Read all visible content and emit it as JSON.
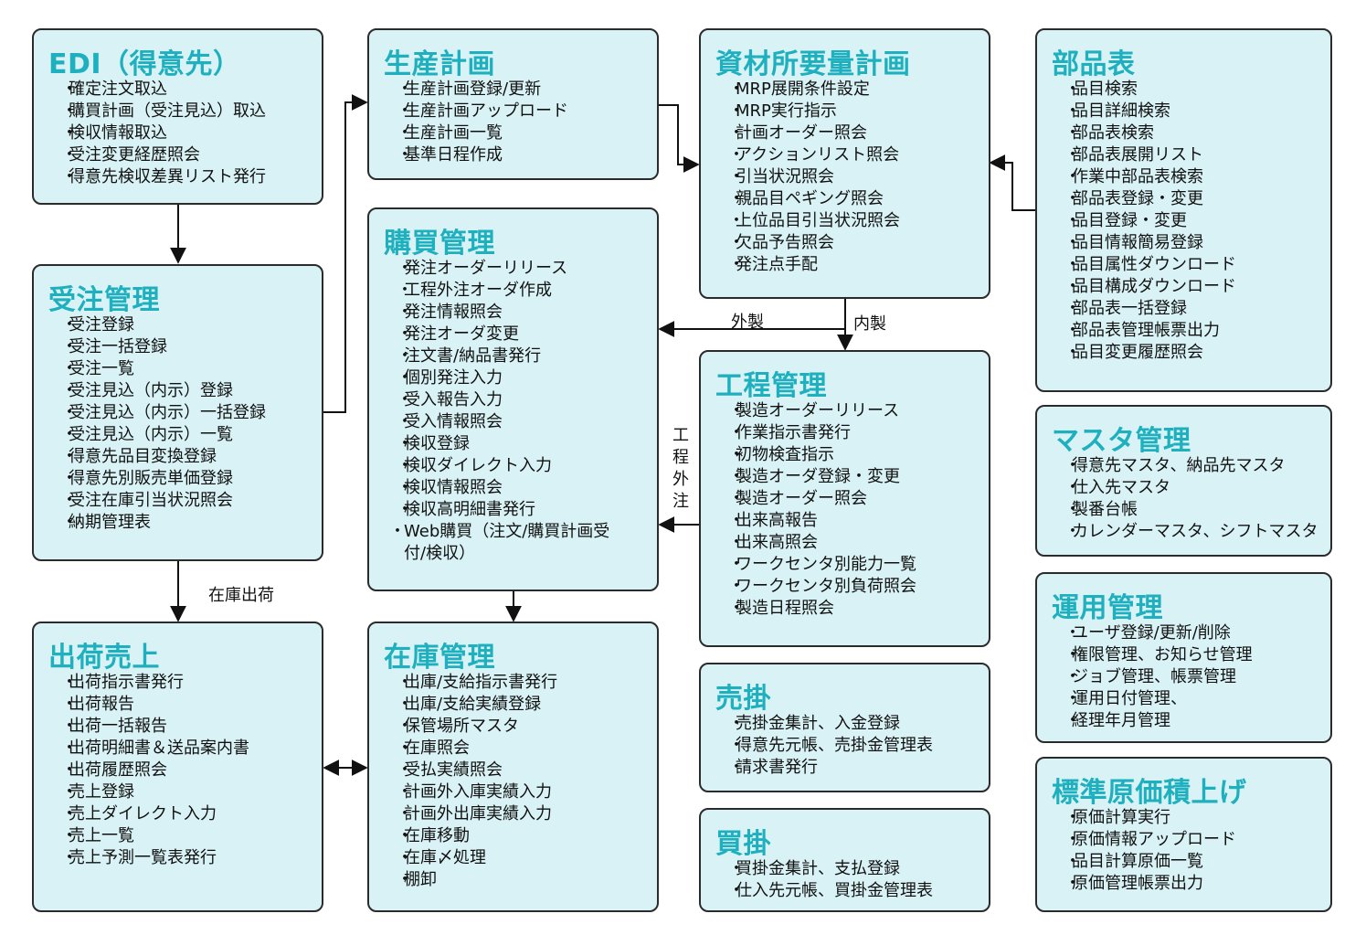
{
  "bullet": "・",
  "boxes": {
    "edi": {
      "title": "EDI（得意先）",
      "items": [
        "確定注文取込",
        "購買計画（受注見込）取込",
        "検収情報取込",
        "受注変更経歴照会",
        "得意先検収差異リスト発行"
      ]
    },
    "seisan": {
      "title": "生産計画",
      "items": [
        "生産計画登録/更新",
        "生産計画アップロード",
        "生産計画一覧",
        "基準日程作成"
      ]
    },
    "mrp": {
      "title": "資材所要量計画",
      "items": [
        "MRP展開条件設定",
        "MRP実行指示",
        "計画オーダー照会",
        "アクションリスト照会",
        "引当状況照会",
        "親品目ペギング照会",
        "上位品目引当状況照会",
        "欠品予告照会",
        "発注点手配"
      ]
    },
    "bom": {
      "title": "部品表",
      "items": [
        "品目検索",
        "品目詳細検索",
        "部品表検索",
        "部品表展開リスト",
        "作業中部品表検索",
        "部品表登録・変更",
        "品目登録・変更",
        "品目情報簡易登録",
        "品目属性ダウンロード",
        "品目構成ダウンロード",
        "部品表一括登録",
        "部品表管理帳票出力",
        "品目変更履歴照会"
      ]
    },
    "juchu": {
      "title": "受注管理",
      "items": [
        "受注登録",
        "受注一括登録",
        "受注一覧",
        "受注見込（内示）登録",
        "受注見込（内示）一括登録",
        "受注見込（内示）一覧",
        "得意先品目変換登録",
        "得意先別販売単価登録",
        "受注在庫引当状況照会",
        "納期管理表"
      ]
    },
    "kobai": {
      "title": "購買管理",
      "items": [
        "発注オーダーリリース",
        "工程外注オーダ作成",
        "発注情報照会",
        "発注オーダ変更",
        "注文書/納品書発行",
        "個別発注入力",
        "受入報告入力",
        "受入情報照会",
        "検収登録",
        "検収ダイレクト入力",
        "検収情報照会",
        "検収高明細書発行",
        "Web購買（注文/購買計画受付/検収）"
      ]
    },
    "koutei": {
      "title": "工程管理",
      "items": [
        "製造オーダーリリース",
        "作業指示書発行",
        "初物検査指示",
        "製造オーダ登録・変更",
        "製造オーダー照会",
        "出来高報告",
        "出来高照会",
        "ワークセンタ別能力一覧",
        "ワークセンタ別負荷照会",
        "製造日程照会"
      ]
    },
    "master": {
      "title": "マスタ管理",
      "items": [
        "得意先マスタ、納品先マスタ",
        "仕入先マスタ",
        "製番台帳",
        "カレンダーマスタ、シフトマスタ"
      ]
    },
    "unyo": {
      "title": "運用管理",
      "items": [
        "ユーザ登録/更新/削除",
        "権限管理、お知らせ管理",
        "ジョブ管理、帳票管理",
        "運用日付管理、",
        "経理年月管理"
      ]
    },
    "shukka": {
      "title": "出荷売上",
      "items": [
        "出荷指示書発行",
        "出荷報告",
        "出荷一括報告",
        "出荷明細書＆送品案内書",
        "出荷履歴照会",
        "売上登録",
        "売上ダイレクト入力",
        "売上一覧",
        "売上予測一覧表発行"
      ]
    },
    "zaiko": {
      "title": "在庫管理",
      "items": [
        "出庫/支給指示書発行",
        "出庫/支給実績登録",
        "保管場所マスタ",
        "在庫照会",
        "受払実績照会",
        "計画外入庫実績入力",
        "計画外出庫実績入力",
        "在庫移動",
        "在庫〆処理",
        "棚卸"
      ]
    },
    "urikake": {
      "title": "売掛",
      "items": [
        "売掛金集計、入金登録",
        "得意先元帳、売掛金管理表",
        "請求書発行"
      ]
    },
    "kaikake": {
      "title": "買掛",
      "items": [
        "買掛金集計、支払登録",
        "仕入先元帳、買掛金管理表"
      ]
    },
    "genka": {
      "title": "標準原価積上げ",
      "items": [
        "原価計算実行",
        "原価情報アップロード",
        "品目計算原価一覧",
        "原価管理帳票出力"
      ]
    }
  },
  "labels": {
    "gaisei": "外製",
    "naisei": "内製",
    "zaiko_shukka": "在庫出荷",
    "koutei_gaichu": [
      "工",
      "程",
      "外",
      "注"
    ]
  }
}
